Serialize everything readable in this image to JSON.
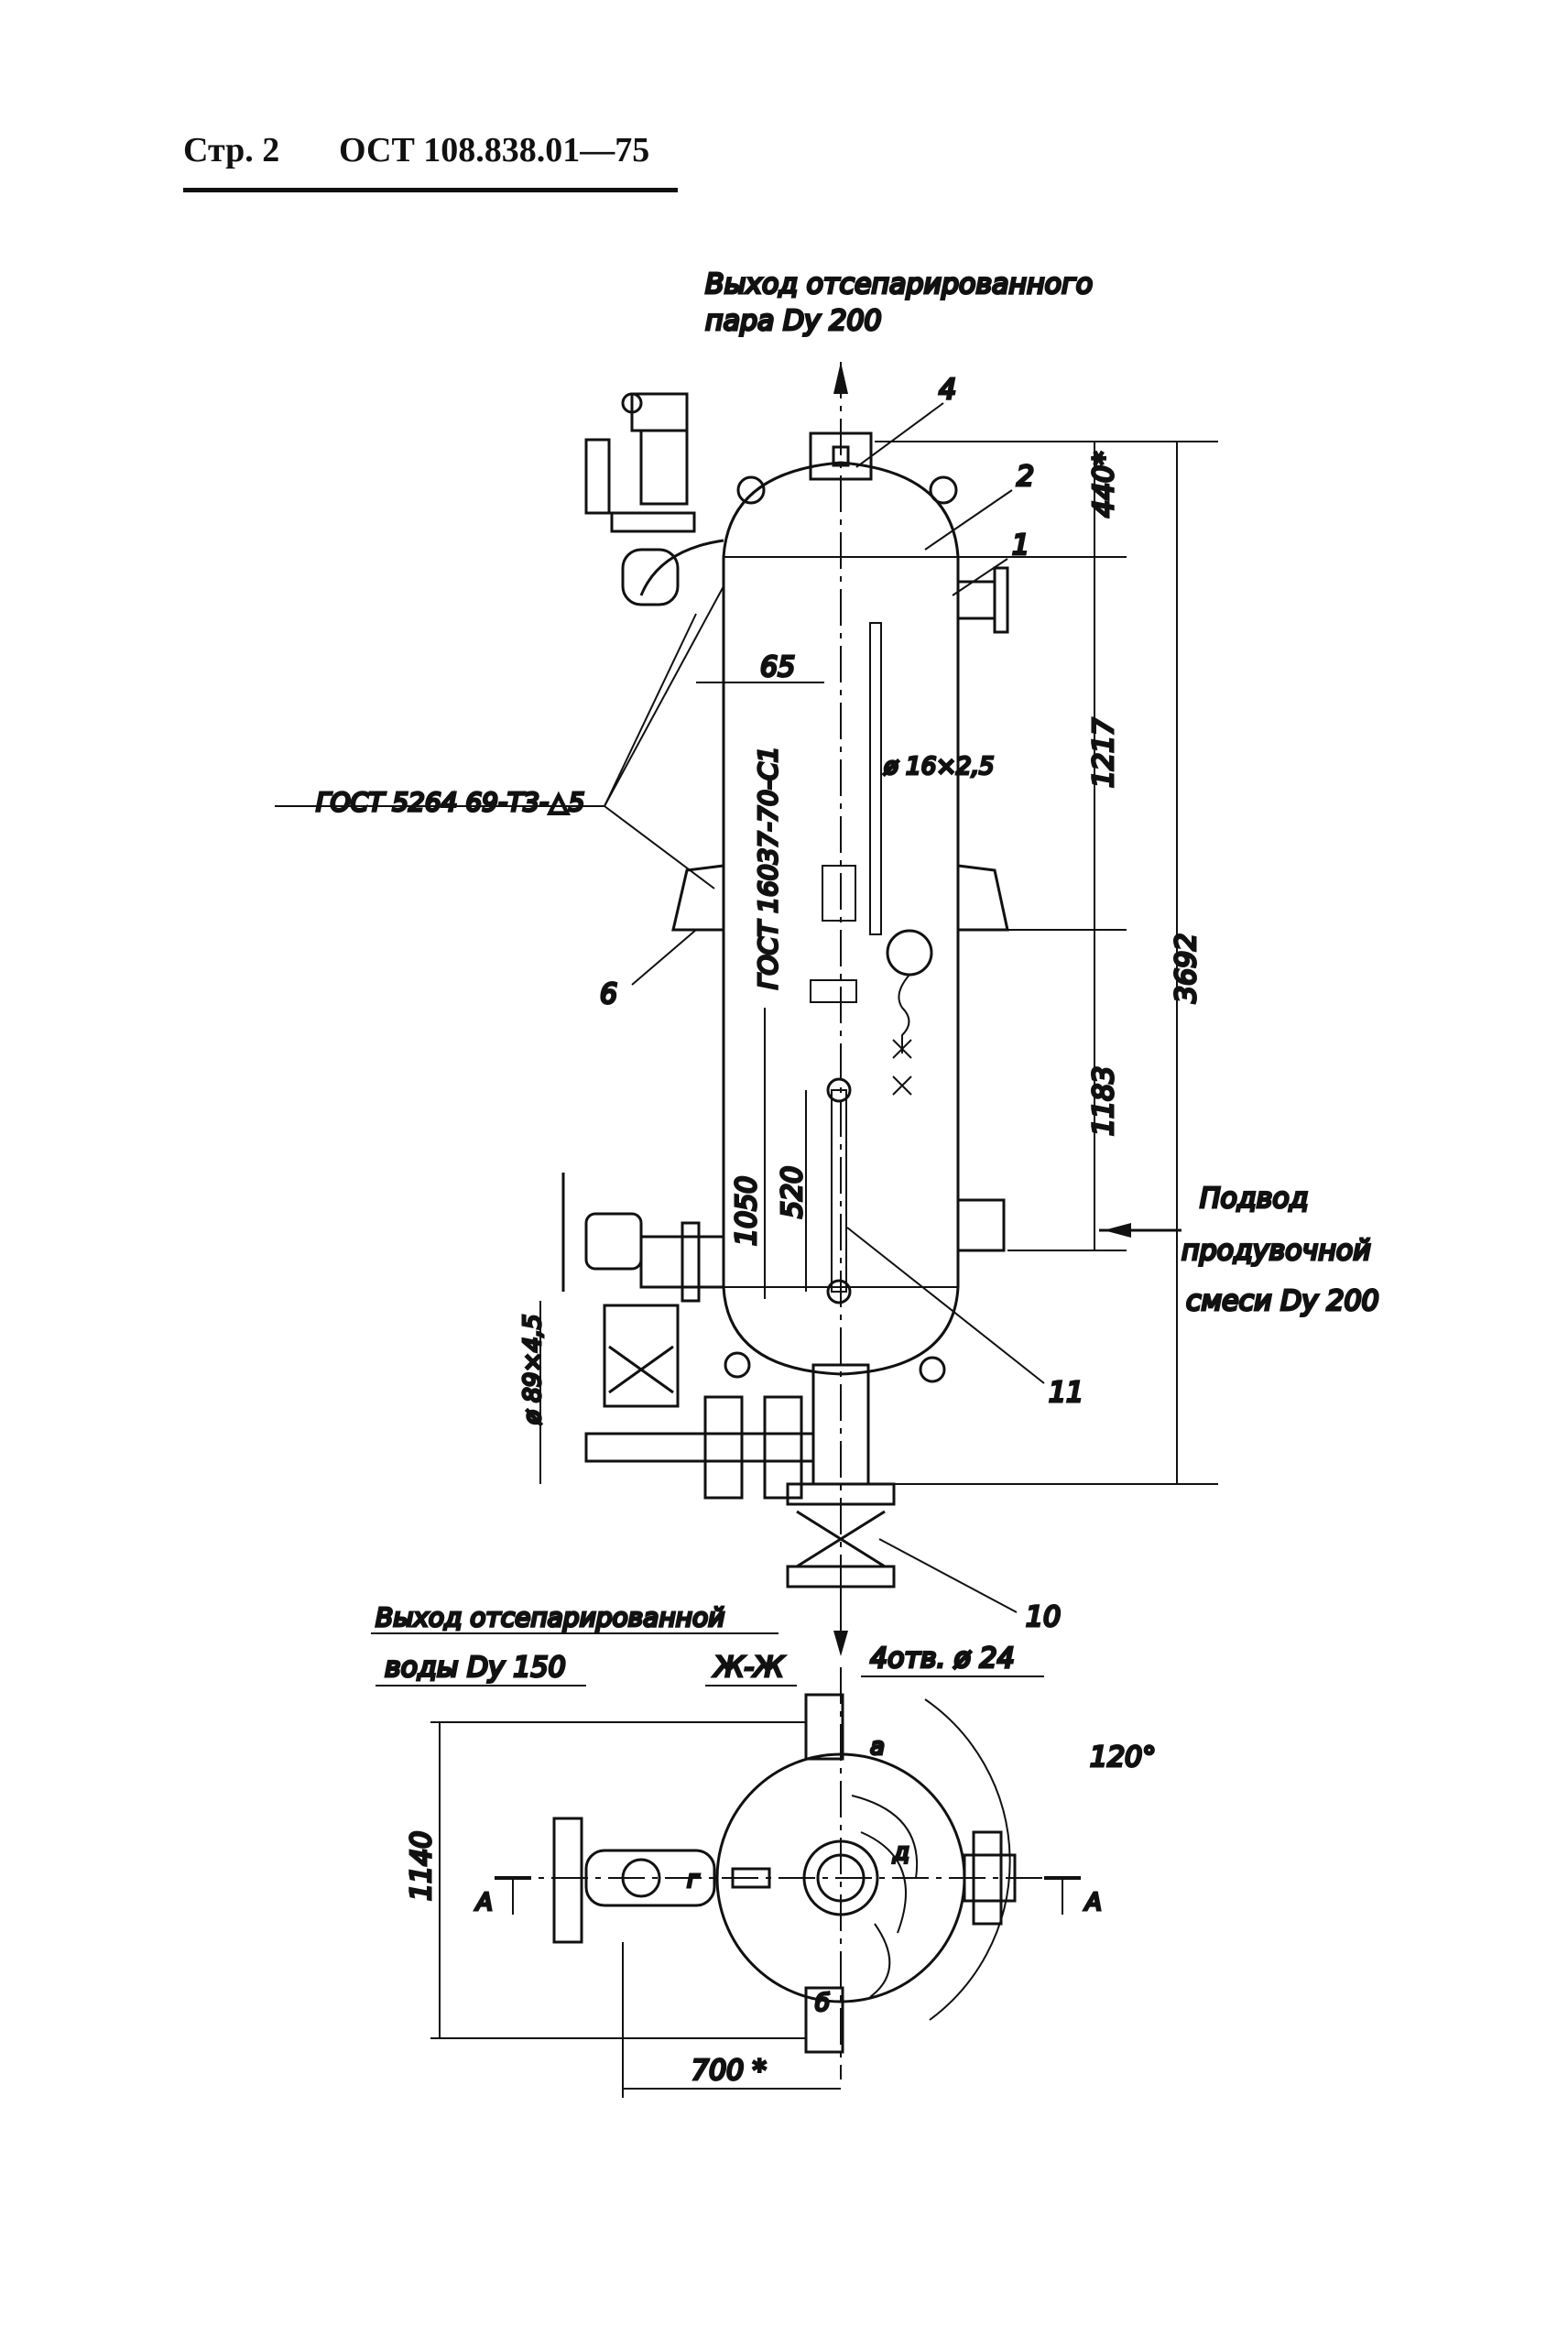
{
  "header": {
    "page_label": "Стр. 2",
    "standard_code": "ОСТ 108.838.01—75"
  },
  "annotations": {
    "steam_outlet_line1": "Выход отсепарированного",
    "steam_outlet_line2": "пара Dу 200",
    "weld_standard": "ГОСТ 5264 69-Т3-△5",
    "pipe_standard": "ГОСТ 16037-70-С1",
    "tube_size": "ø 16×2,5",
    "pipe_size": "ø 89×4,5",
    "inlet_line1": "Подвод",
    "inlet_line2": "продувочной",
    "inlet_line3": "смеси Dу 200",
    "water_outlet_line1": "Выход отсепарированной",
    "water_outlet_line2": "воды Dу 150",
    "section_label": "Ж-Ж",
    "holes": "4отв. ø 24",
    "angle": "120°",
    "view_a_left": "А",
    "view_a_right": "А"
  },
  "dimensions": {
    "d440": "440*",
    "d1217": "1217",
    "d3692": "3692",
    "d1183": "1183",
    "d65": "65",
    "d1050": "1050",
    "d520": "520",
    "d1140": "1140",
    "d700": "700 *"
  },
  "callouts": [
    "1",
    "2",
    "4",
    "6",
    "10",
    "11"
  ],
  "plan_letters": [
    "а",
    "б",
    "г",
    "д"
  ],
  "colors": {
    "ink": "#111111",
    "paper": "#ffffff"
  }
}
